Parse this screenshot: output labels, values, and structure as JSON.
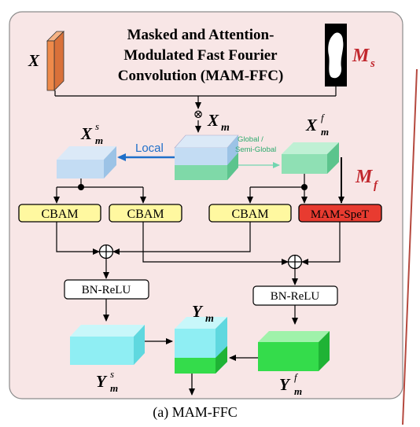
{
  "title": {
    "line1": "Masked and Attention-",
    "line2": "Modulated Fast Fourier",
    "line3": "Convolution (MAM-FFC)"
  },
  "labels": {
    "x_input": "X",
    "mask_s": "M",
    "mask_s_sub": "s",
    "xm": "X",
    "xm_sub": "m",
    "xms": "X",
    "xms_sup": "s",
    "xms_sub": "m",
    "xmf": "X",
    "xmf_sup": "f",
    "xmf_sub": "m",
    "local": "Local",
    "global_line1": "Global /",
    "global_line2": "Semi-Global",
    "mask_f": "M",
    "mask_f_sub": "f",
    "ym": "Y",
    "ym_sub": "m",
    "yms": "Y",
    "yms_sup": "s",
    "yms_sub": "m",
    "ymf": "Y",
    "ymf_sup": "f",
    "ymf_sub": "m",
    "multiply_symbol": "⊗",
    "plus_symbol": "⊕",
    "caption": "(a) MAM-FFC"
  },
  "modules": {
    "cbam1": "CBAM",
    "cbam2": "CBAM",
    "cbam3": "CBAM",
    "mam_spet": "MAM-SpeT",
    "bn_relu_left": "BN-ReLU",
    "bn_relu_right": "BN-ReLU"
  },
  "colors": {
    "panel_bg": "#f8e6e6",
    "panel_border": "#8c8c8c",
    "cbam_fill": "#fff8a0",
    "mam_spet_fill": "#e83b30",
    "local_arrow": "#1f6fc9",
    "global_arrow": "#72d6b0",
    "x_cube": "#ef8a4a",
    "local_cube": "#c3dcf3",
    "mid_cube_top": "#c3dcf3",
    "mid_cube_bottom": "#7fd9a8",
    "global_cube": "#8fe0b4",
    "yms_cube": "#8feef3",
    "ym_cube_top": "#8feef3",
    "ym_cube_bottom": "#34dc4b",
    "ymf_cube": "#34dc4b",
    "mask_red": "#c1272d",
    "side_line": "#b5493f"
  }
}
